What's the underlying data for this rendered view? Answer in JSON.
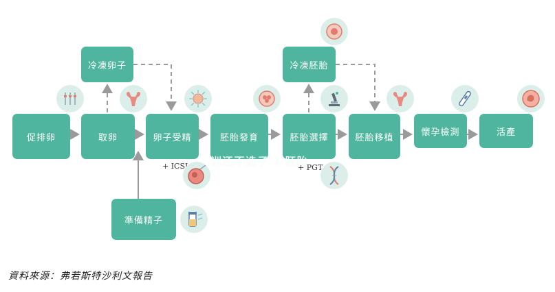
{
  "steps": {
    "stimulate": "促排卵",
    "retrieve": "取卵",
    "fertilize": "卵子受精",
    "develop": "胚胎發育",
    "select": "胚胎選擇",
    "transfer": "胚胎移植",
    "pregnancy_test": "懷孕檢測",
    "birth": "活產",
    "freeze_eggs": "冷凍卵子",
    "freeze_embryos": "冷凍胚胎",
    "prepare_sperm": "準備精子"
  },
  "notes": {
    "icsi": "+ ICSI",
    "pgt": "+ PGT"
  },
  "watermark": "训还不选子 1 胚胎",
  "source": "資料來源：弗若斯特沙利文報告",
  "icons": [
    "syringes-icon",
    "uterus-icon",
    "sperm-egg-icon",
    "embryo-icon",
    "microscope-icon",
    "uterus-icon",
    "pregnancy-test-icon",
    "fetus-icon",
    "frozen-embryo-icon",
    "dna-icon",
    "icsi-egg-icon",
    "sperm-vial-icon"
  ],
  "colors": {
    "box": "#4fb59e",
    "icon_bg": "#dbeeea",
    "arrow": "#9a9a9a"
  }
}
